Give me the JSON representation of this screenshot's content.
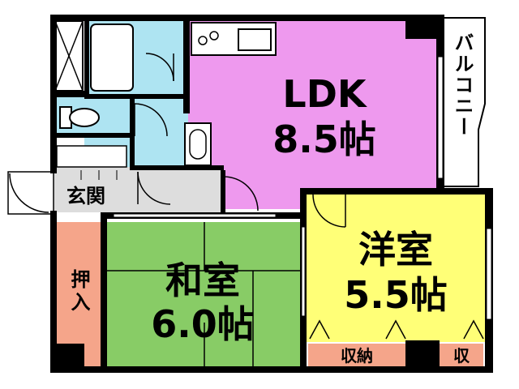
{
  "rooms": {
    "ldk": {
      "name": "LDK",
      "size": "8.5帖",
      "color": "#ee99ee"
    },
    "washitsu": {
      "name": "和室",
      "size": "6.0帖",
      "color": "#88cc66"
    },
    "youshitsu": {
      "name": "洋室",
      "size": "5.5帖",
      "color": "#ffff77"
    },
    "genkan": {
      "name": "玄関",
      "color": "#dddddd"
    },
    "oshiire": {
      "name": "押入",
      "color": "#f5a58a"
    },
    "balcony": {
      "name": "バルコニー"
    },
    "storage_main": {
      "name": "収納",
      "color": "#f5a58a"
    },
    "storage_small": {
      "name": "収",
      "color": "#f5a58a"
    },
    "wet_areas": {
      "color": "#aee4f2"
    }
  },
  "icons": [
    "bathtub-icon",
    "toilet-icon",
    "washbasin-icon",
    "stove-icon",
    "sink-icon",
    "door-swing-icon",
    "window-icon"
  ],
  "colors": {
    "wall": "#000000",
    "background": "#ffffff"
  }
}
